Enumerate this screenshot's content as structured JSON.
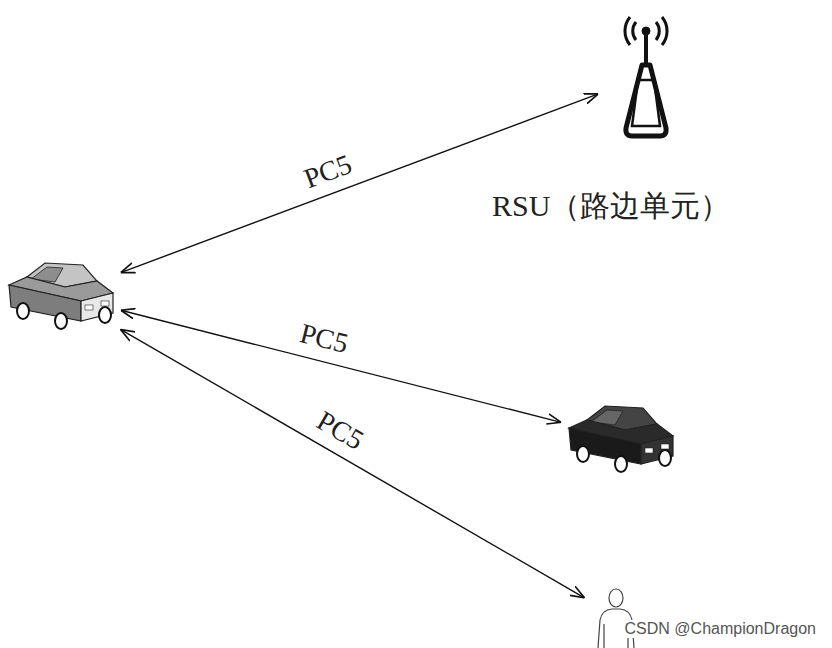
{
  "diagram": {
    "nodes": [
      {
        "text": []
      },
      {
        "text": [
          "RSU（路边单元）"
        ]
      },
      {
        "text": []
      },
      {
        "text": []
      }
    ],
    "edges": [
      {
        "from": 0,
        "to": 1,
        "label": "PC5",
        "arrow": "both"
      },
      {
        "from": 0,
        "to": 2,
        "label": "PC5",
        "arrow": "both"
      },
      {
        "from": 0,
        "to": 3,
        "label": "PC5",
        "arrow": "both"
      }
    ],
    "labels": [
      "CSDN @ChampionDragon"
    ]
  }
}
